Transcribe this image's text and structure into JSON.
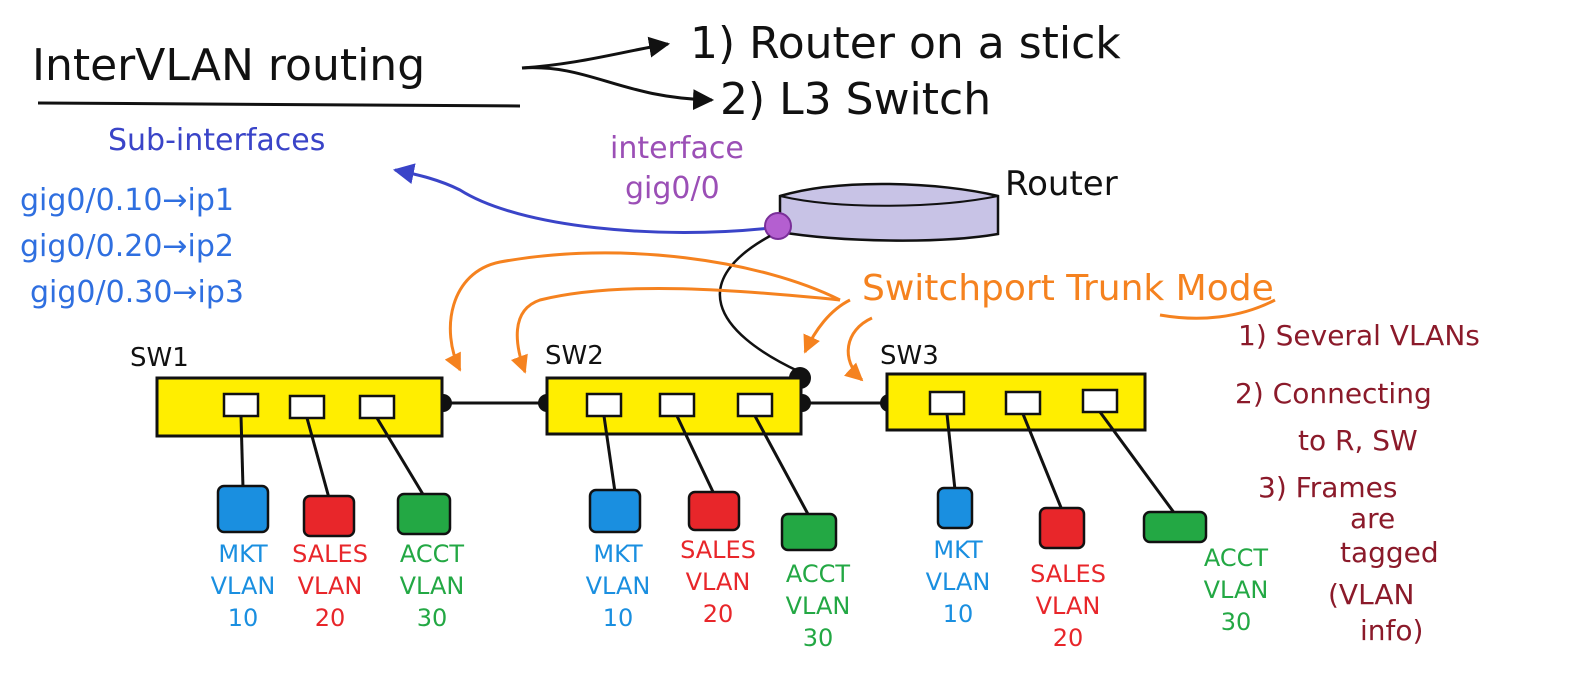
{
  "title": "InterVLAN routing",
  "methods": [
    "1) Router on a stick",
    "2) L3 Switch"
  ],
  "sub_interfaces": {
    "heading": "Sub-interfaces",
    "lines": [
      "gig0/0.10→ip1",
      "gig0/0.20→ip2",
      "gig0/0.30→ip3"
    ]
  },
  "router": {
    "label": "Router",
    "interface_line1": "interface",
    "interface_line2": "gig0/0"
  },
  "trunk": {
    "label": "Switchport Trunk Mode",
    "notes": [
      "1) Several VLANs",
      "2) Connecting",
      "to R, SW",
      "3) Frames",
      "are",
      "tagged",
      "(VLAN",
      "info)"
    ]
  },
  "switches": [
    {
      "name": "SW1",
      "vlans": [
        {
          "line1": "MKT",
          "line2": "VLAN",
          "line3": "10",
          "color": "#1a8fe0"
        },
        {
          "line1": "SALES",
          "line2": "VLAN",
          "line3": "20",
          "color": "#e8262a"
        },
        {
          "line1": "ACCT",
          "line2": "VLAN",
          "line3": "30",
          "color": "#23a844"
        }
      ]
    },
    {
      "name": "SW2",
      "vlans": [
        {
          "line1": "MKT",
          "line2": "VLAN",
          "line3": "10",
          "color": "#1a8fe0"
        },
        {
          "line1": "SALES",
          "line2": "VLAN",
          "line3": "20",
          "color": "#e8262a"
        },
        {
          "line1": "ACCT",
          "line2": "VLAN",
          "line3": "30",
          "color": "#23a844"
        }
      ]
    },
    {
      "name": "SW3",
      "vlans": [
        {
          "line1": "MKT",
          "line2": "VLAN",
          "line3": "10",
          "color": "#1a8fe0"
        },
        {
          "line1": "SALES",
          "line2": "VLAN",
          "line3": "20",
          "color": "#e8262a"
        },
        {
          "line1": "ACCT",
          "line2": "VLAN",
          "line3": "30",
          "color": "#23a844"
        }
      ]
    }
  ],
  "colors": {
    "switch_fill": "#ffee00",
    "router_fill": "#c8c3e6",
    "trunk": "#f5821f",
    "subif": "#3a44c8",
    "gig": "#2f6fe0",
    "purple": "#9b4fb6",
    "notes": "#8b1a2a"
  }
}
